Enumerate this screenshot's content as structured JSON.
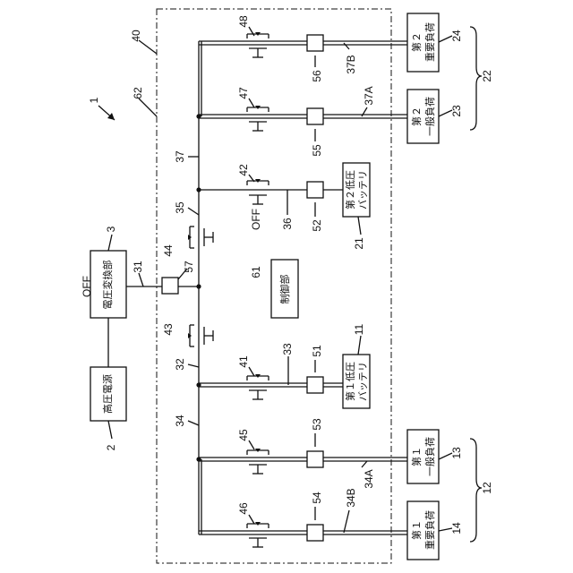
{
  "refs": {
    "system": "1",
    "source": "2",
    "converter": "3",
    "module": "40",
    "unit": "62",
    "controller": "61",
    "first_low_batt": "11",
    "second_low_batt": "21",
    "first_group": "12",
    "second_group": "22",
    "first_general_load": "13",
    "first_critical_load": "14",
    "second_general_load": "23",
    "second_critical_load": "24",
    "line_31": "31",
    "line_32": "32",
    "line_33": "33",
    "line_34": "34",
    "line_34a": "34A",
    "line_34b": "34B",
    "line_35": "35",
    "line_36": "36",
    "line_37": "37",
    "line_37a": "37A",
    "line_37b": "37B",
    "sw_41": "41",
    "sw_42": "42",
    "sw_43": "43",
    "sw_44": "44",
    "sw_45": "45",
    "sw_46": "46",
    "sw_47": "47",
    "sw_48": "48",
    "sensor_51": "51",
    "sensor_52": "52",
    "sensor_53": "53",
    "sensor_54": "54",
    "sensor_55": "55",
    "sensor_56": "56",
    "sensor_57": "57"
  },
  "text": {
    "hv_source": "高圧電源",
    "hv_converter": "電圧変換部",
    "controller": "制御部",
    "batt1_line1": "第１低圧",
    "batt1_line2": "バッテリ",
    "batt2_line1": "第２低圧",
    "batt2_line2": "バッテリ",
    "load13_line1": "第１",
    "load13_line2": "一般負荷",
    "load14_line1": "第１",
    "load14_line2": "重要負荷",
    "load23_line1": "第２",
    "load23_line2": "一般負荷",
    "load24_line1": "第２",
    "load24_line2": "重要負荷",
    "off_converter": "OFF",
    "off_switch42": "OFF"
  }
}
